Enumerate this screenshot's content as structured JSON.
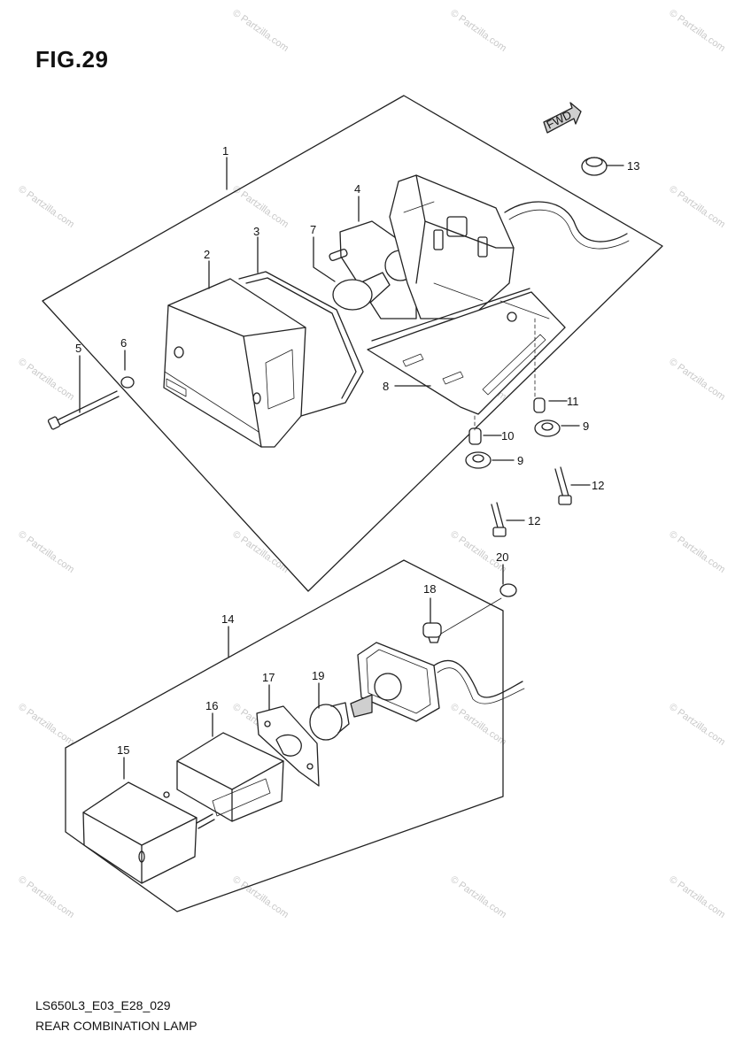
{
  "figure": {
    "title": "FIG.29",
    "code": "LS650L3_E03_E28_029",
    "name": "REAR COMBINATION LAMP",
    "fwd_label": "FWD"
  },
  "watermark": "© Partzilla.com",
  "callouts": [
    "1",
    "2",
    "3",
    "4",
    "5",
    "6",
    "7",
    "8",
    "9",
    "9",
    "10",
    "11",
    "12",
    "12",
    "13",
    "14",
    "15",
    "16",
    "17",
    "18",
    "19",
    "20"
  ]
}
